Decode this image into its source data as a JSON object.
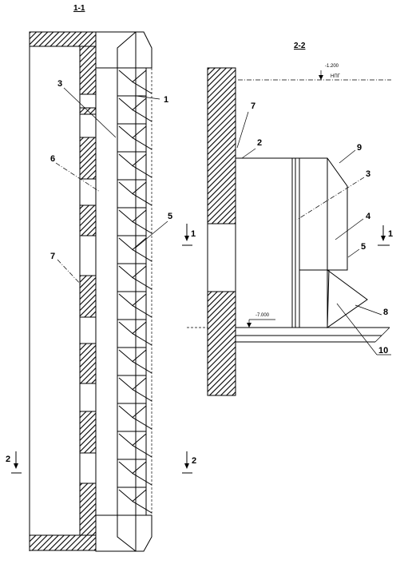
{
  "section_1": {
    "title": "1-1",
    "cut_label": "2",
    "callouts": [
      "1",
      "3",
      "5",
      "6",
      "7"
    ]
  },
  "section_2": {
    "title": "2-2",
    "elev_top": "-1.200",
    "elev_top_note": "НПГ",
    "elev_bottom": "-7.000",
    "cut_label": "1",
    "callouts": [
      "2",
      "3",
      "4",
      "5",
      "7",
      "8",
      "9",
      "10"
    ]
  }
}
